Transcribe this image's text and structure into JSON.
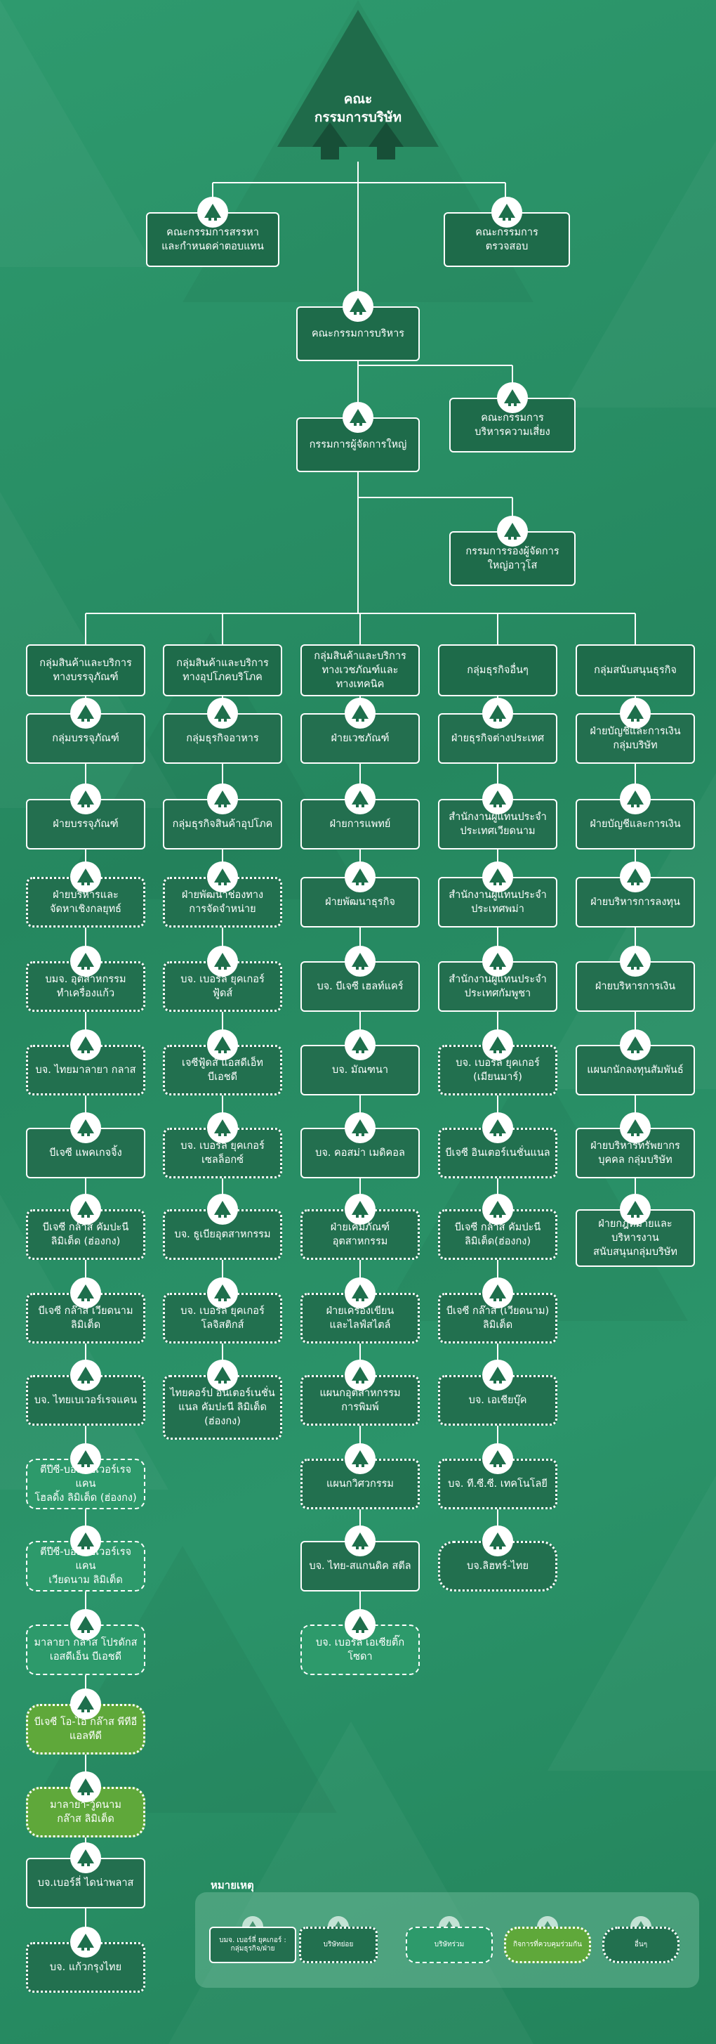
{
  "colors": {
    "background": "#26885f",
    "box_fill": "#1e6f4c",
    "associate": "#5fa83a",
    "line": "#ffffff"
  },
  "icon": "company-tree-logo-icon",
  "top": {
    "title_line1": "คณะ",
    "title_line2": "กรรมการบริษัท"
  },
  "committees": {
    "nomination": "คณะกรรมการสรรหา\nและกำหนดค่าตอบแทน",
    "audit": "คณะกรรมการ\nตรวจสอบ",
    "executive": "คณะกรรมการบริหาร",
    "risk": "คณะกรรมการ\nบริหารความเสี่ยง",
    "president": "กรรมการผู้จัดการใหญ่",
    "vp": "กรรมการรองผู้จัดการ\nใหญ่อาวุโส"
  },
  "columns": [
    {
      "header": "กลุ่มสินค้าและบริการ\nทางบรรจุภัณฑ์",
      "items": [
        {
          "label": "กลุ่มบรรจุภัณฑ์",
          "type": "sub"
        },
        {
          "label": "ฝ่ายบรรจุภัณฑ์",
          "type": "sub"
        },
        {
          "label": "ฝ่ายบริหารและ\nจัดหาเชิงกลยุทธ์",
          "type": "aff"
        },
        {
          "label": "บมจ. อุตสาหกรรม\nทำเครื่องแก้ว",
          "type": "aff"
        },
        {
          "label": "บจ. ไทยมาลายา กลาส",
          "type": "aff"
        },
        {
          "label": "บีเจซี แพคเกจจิ้ง",
          "type": "sub"
        },
        {
          "label": "บีเจซี กล๊าส คัมปะนี\nลิมิเต็ด (ฮ่องกง)",
          "type": "aff"
        },
        {
          "label": "บีเจซี กล๊าส เวียดนาม\nลิมิเต็ด",
          "type": "aff"
        },
        {
          "label": "บจ. ไทยเบเวอร์เรจแคน",
          "type": "aff"
        },
        {
          "label": "ตีปีซี-บอล เบเวอร์เรจแคน\nโฮลดิ้ง ลิมิเต็ด (ฮ่องกง)",
          "type": "jv"
        },
        {
          "label": "ตีปีซี-บอล เบเวอร์เรจแคน\nเวียดนาม ลิมิเต็ด",
          "type": "jv"
        },
        {
          "label": "มาลายา กล๊าส โปรดักส\nเอสดีเอ็น บีเอชดี",
          "type": "jv"
        },
        {
          "label": "บีเจซี โอ-ไอ กล๊าส พีทีอี\nแอลทีดี",
          "type": "assoc"
        },
        {
          "label": "มาลายา-วู้ดนาม\nกล๊าส ลิมิเต็ด",
          "type": "assoc"
        },
        {
          "label": "บจ.เบอร์ลี่ ไดน่าพลาส",
          "type": "sub"
        },
        {
          "label": "บจ. แก้วกรุงไทย",
          "type": "aff"
        }
      ]
    },
    {
      "header": "กลุ่มสินค้าและบริการ\nทางอุปโภคบริโภค",
      "items": [
        {
          "label": "กลุ่มธุรกิจอาหาร",
          "type": "sub"
        },
        {
          "label": "กลุ่มธุรกิจสินค้าอุปโภค",
          "type": "sub"
        },
        {
          "label": "ฝ่ายพัฒนาช่องทาง\nการจัดจำหน่าย",
          "type": "aff"
        },
        {
          "label": "บจ. เบอร์ลี่ ยุคเกอร์\nฟู้ดส์",
          "type": "aff"
        },
        {
          "label": "เจซีฟู้ดส์ แอสดีเอ็ท\nบีเอชดี",
          "type": "aff"
        },
        {
          "label": "บจ. เบอร์ลี่ ยุคเกอร์\nเซลล็อกซ์",
          "type": "aff"
        },
        {
          "label": "บจ. ธูเบียอุตสาหกรรม",
          "type": "aff"
        },
        {
          "label": "บจ. เบอร์ลี่ ยุคเกอร์\nโลจิสติกส์",
          "type": "aff"
        },
        {
          "label": "ไทยคอร์ป อินเตอร์เนชั่น\nแนล คัมปะนี ลิมิเต็ด\n(ฮ่องกง)",
          "type": "aff"
        }
      ]
    },
    {
      "header": "กลุ่มสินค้าและบริการ\nทางเวชภัณฑ์และ\nทางเทคนิค",
      "items": [
        {
          "label": "ฝ่ายเวชภัณฑ์",
          "type": "sub"
        },
        {
          "label": "ฝ่ายการแพทย์",
          "type": "sub"
        },
        {
          "label": "ฝ่ายพัฒนาธุรกิจ",
          "type": "sub"
        },
        {
          "label": "บจ. บีเจซี เฮลท์แคร์",
          "type": "sub"
        },
        {
          "label": "บจ. มัณฑนา",
          "type": "sub"
        },
        {
          "label": "บจ. คอสม่า เมดิคอล",
          "type": "sub"
        },
        {
          "label": "ฝ่ายเคมีภัณฑ์\nอุตสาหกรรม",
          "type": "aff"
        },
        {
          "label": "ฝ่ายเครื่องเขียน\nและไลฟ์สไตล์",
          "type": "aff"
        },
        {
          "label": "แผนกอุตสาหกรรม\nการพิมพ์",
          "type": "aff"
        },
        {
          "label": "แผนกวิศวกรรม",
          "type": "aff"
        },
        {
          "label": "บจ. ไทย-สแกนดิค สตีล",
          "type": "sub"
        },
        {
          "label": "บจ. เบอร์ลี่ เอเซียติ๊ก\nโซดา",
          "type": "jv"
        }
      ]
    },
    {
      "header": "กลุ่มธุรกิจอื่นๆ",
      "items": [
        {
          "label": "ฝ่ายธุรกิจต่างประเทศ",
          "type": "sub"
        },
        {
          "label": "สำนักงานผู้แทนประจำ\nประเทศเวียดนาม",
          "type": "sub"
        },
        {
          "label": "สำนักงานผู้แทนประจำ\nประเทศพม่า",
          "type": "sub"
        },
        {
          "label": "สำนักงานผู้แทนประจำ\nประเทศกัมพูชา",
          "type": "sub"
        },
        {
          "label": "บจ. เบอร์ลี่ ยุคเกอร์\n(เมียนมาร์)",
          "type": "aff"
        },
        {
          "label": "บีเจซี อินเตอร์เนชั่นแนล",
          "type": "aff"
        },
        {
          "label": "บีเจซี กล๊าส คัมปะนี\nลิมิเต็ด(ฮ่องกง)",
          "type": "aff"
        },
        {
          "label": "บีเจซี กล๊าส (เวียดนาม)\nลิมิเต็ด",
          "type": "aff"
        },
        {
          "label": "บจ. เอเชียบุ๊ค",
          "type": "aff"
        },
        {
          "label": "บจ. ที.ซี.ซี. เทคโนโลยี",
          "type": "aff"
        },
        {
          "label": "บจ.ลิฮทร์-ไทย",
          "type": "other"
        }
      ]
    },
    {
      "header": "กลุ่มสนับสนุนธุรกิจ",
      "items": [
        {
          "label": "ฝ่ายบัญชีและการเงิน\nกลุ่มบริษัท",
          "type": "sub"
        },
        {
          "label": "ฝ่ายบัญชีและการเงิน",
          "type": "sub"
        },
        {
          "label": "ฝ่ายบริหารการลงทุน",
          "type": "sub"
        },
        {
          "label": "ฝ่ายบริหารการเงิน",
          "type": "sub"
        },
        {
          "label": "แผนกนักลงทุนสัมพันธ์",
          "type": "sub"
        },
        {
          "label": "ฝ่ายบริหารทรัพยากร\nบุคคล กลุ่มบริษัท",
          "type": "sub"
        },
        {
          "label": "ฝ่ายกฎหมายและ\nบริหารงาน\nสนับสนุนกลุ่มบริษัท",
          "type": "sub"
        }
      ]
    }
  ],
  "legend": {
    "title": "หมายเหตุ",
    "items": [
      {
        "label": "บมจ. เบอร์ลี่ ยุคเกอร์ :\nกลุ่มธุรกิจ/ฝ่าย",
        "type": "sub"
      },
      {
        "label": "บริษัทย่อย",
        "type": "aff"
      },
      {
        "label": "บริษัทร่วม",
        "type": "jv"
      },
      {
        "label": "กิจการที่ควบคุมร่วมกัน",
        "type": "assoc"
      },
      {
        "label": "อื่นๆ",
        "type": "other"
      }
    ]
  }
}
